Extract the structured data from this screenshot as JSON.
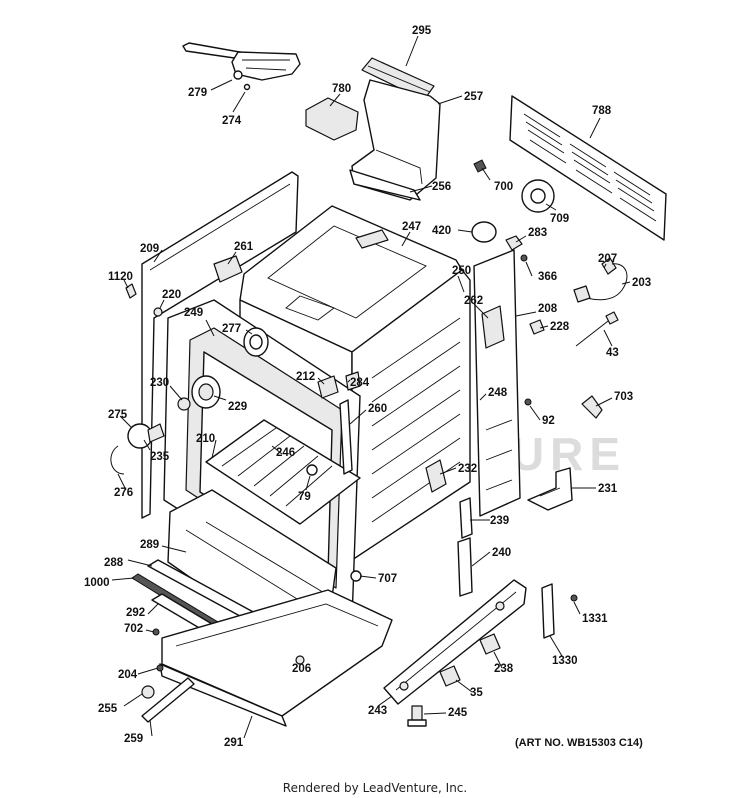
{
  "watermark": "LEADVENTURE",
  "art_number": "(ART NO. WB15303 C14)",
  "footer": "Rendered by LeadVenture, Inc.",
  "callouts": {
    "c295": "295",
    "c279": "279",
    "c274": "274",
    "c780": "780",
    "c257": "257",
    "c788": "788",
    "c256": "256",
    "c700": "700",
    "c709": "709",
    "c420": "420",
    "c247": "247",
    "c283": "283",
    "c209": "209",
    "c261": "261",
    "c1120": "1120",
    "c220": "220",
    "c249": "249",
    "c277": "277",
    "c250": "250",
    "c366": "366",
    "c207": "207",
    "c203": "203",
    "c262": "262",
    "c208": "208",
    "c228": "228",
    "c43": "43",
    "c230": "230",
    "c212": "212",
    "c284": "284",
    "c229": "229",
    "c260": "260",
    "c248": "248",
    "c703": "703",
    "c275": "275",
    "c92": "92",
    "c210": "210",
    "c235": "235",
    "c246": "246",
    "c232": "232",
    "c276": "276",
    "c79": "79",
    "c231": "231",
    "c239": "239",
    "c289": "289",
    "c288": "288",
    "c240": "240",
    "c1000": "1000",
    "c707": "707",
    "c292": "292",
    "c702": "702",
    "c1331": "1331",
    "c206": "206",
    "c204": "204",
    "c238": "238",
    "c1330": "1330",
    "c255": "255",
    "c35": "35",
    "c243": "243",
    "c245": "245",
    "c259": "259",
    "c291": "291"
  }
}
